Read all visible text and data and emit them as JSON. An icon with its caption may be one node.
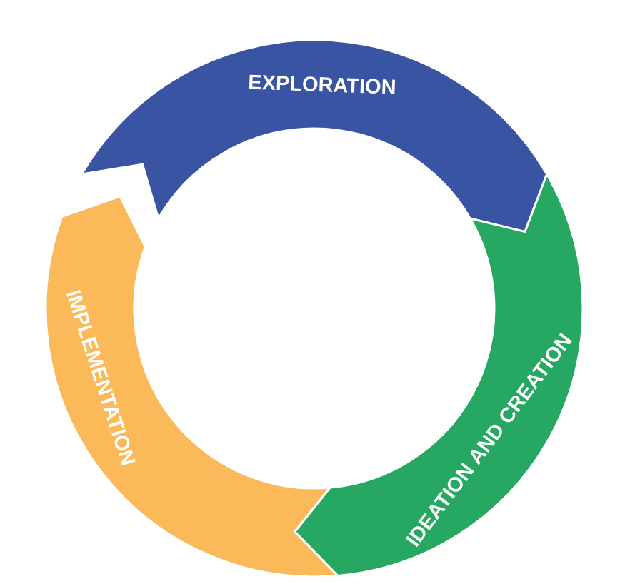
{
  "diagram": {
    "nodes": [
      {
        "text": [
          "EXPLORATION"
        ]
      },
      {
        "text": [
          "IDEATION AND CREATION"
        ]
      },
      {
        "text": [
          "IMPLEMENTATION"
        ]
      }
    ]
  }
}
